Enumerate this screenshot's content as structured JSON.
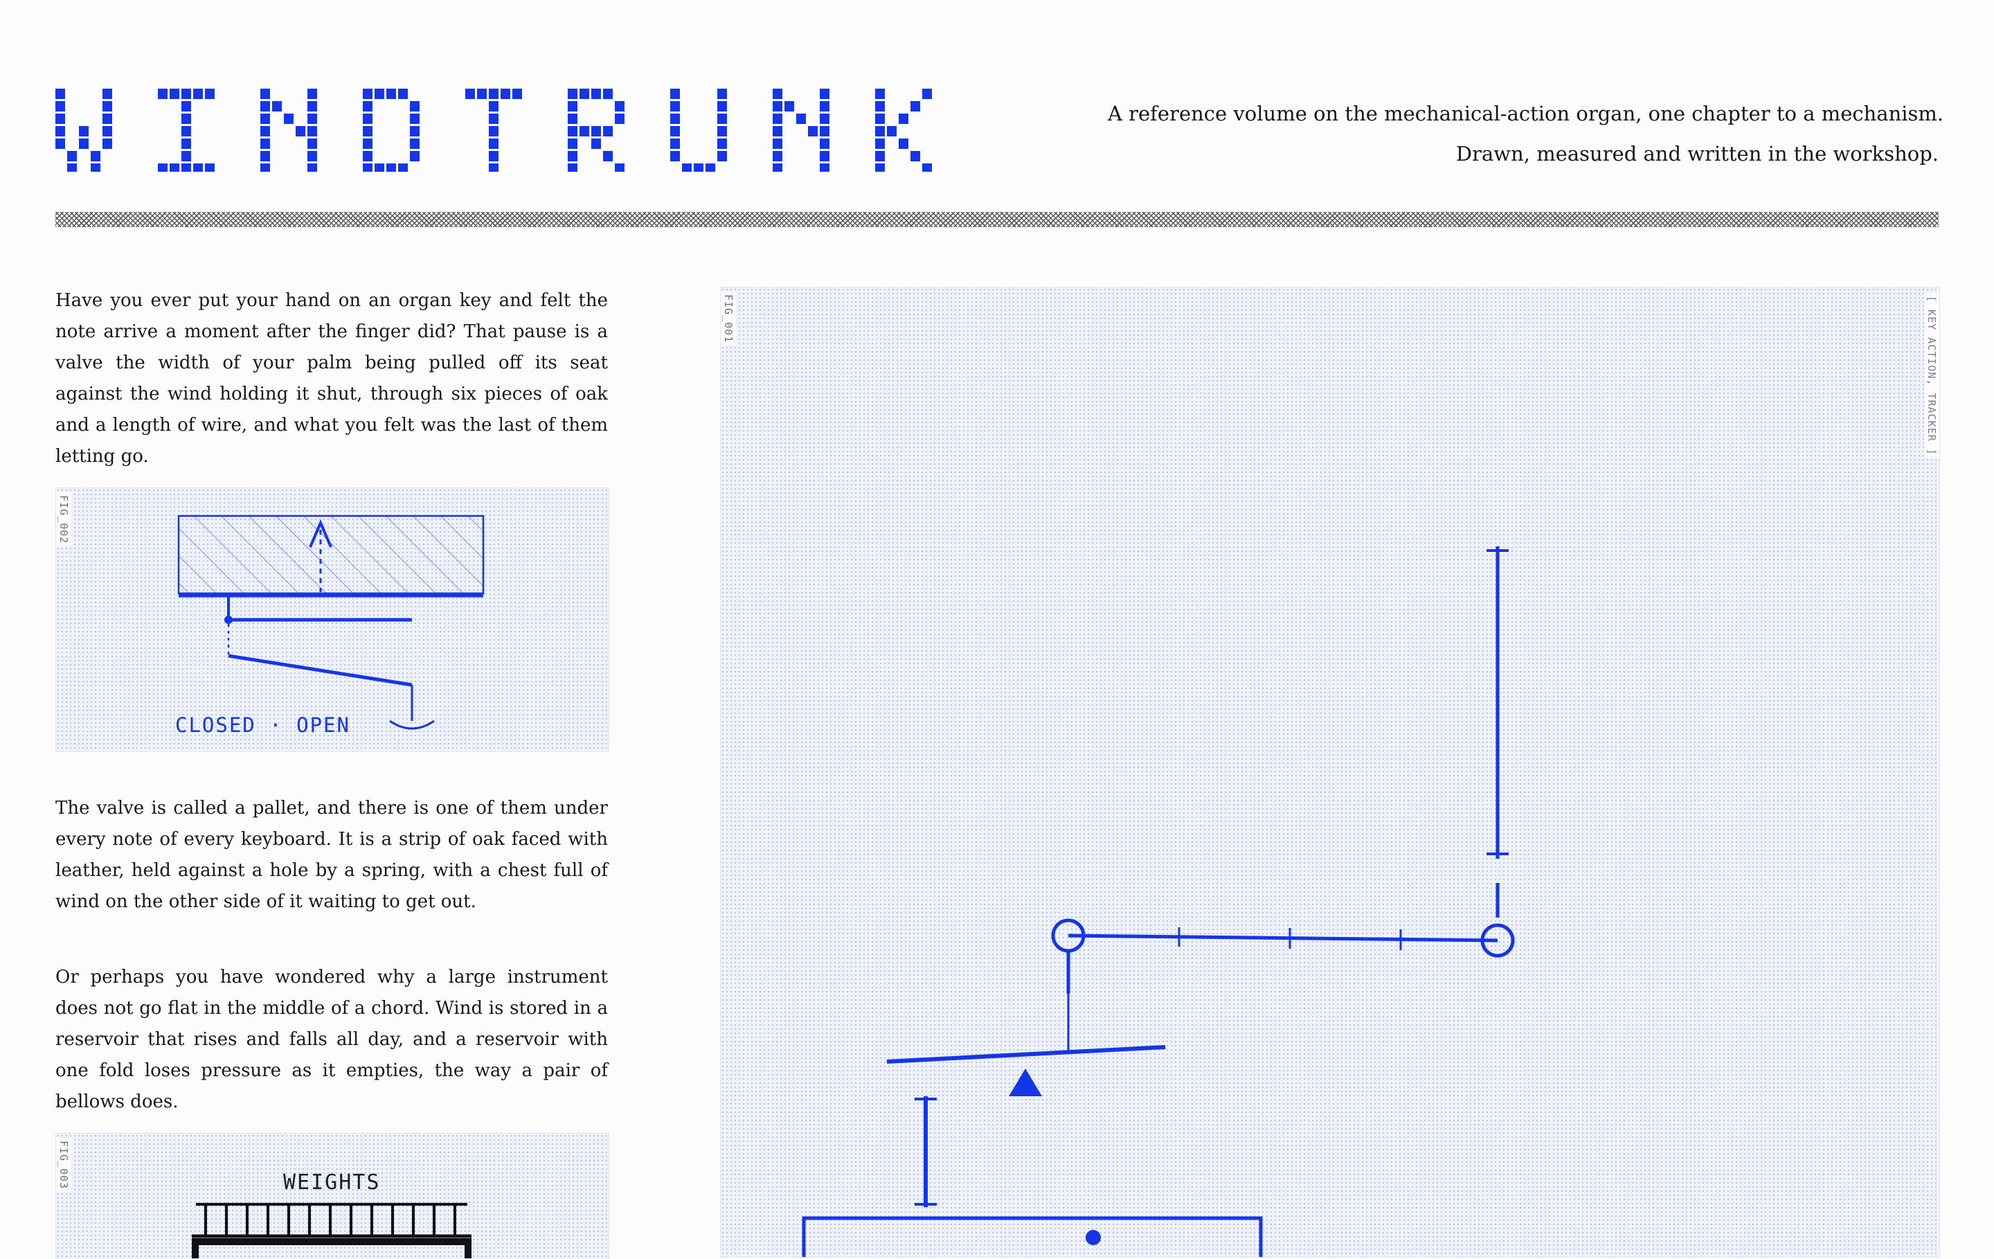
{
  "header": {
    "title": "WINDTRUNK",
    "tagline_line1": "A reference volume on the mechanical-action organ, one chapter to a mechanism.",
    "tagline_line2": "Drawn, measured and written in the workshop."
  },
  "body": {
    "paragraph1": "Have you ever put your hand on an organ key and felt the note arrive a moment after the finger did? That pause is a valve the width of your palm being pulled off its seat against the wind holding it shut, through six pieces of oak and a length of wire, and what you felt was the last of them letting go.",
    "paragraph2": "The valve is called a pallet, and there is one of them under every note of every keyboard. It is a strip of oak faced with leather, held against a hole by a spring, with a chest full of wind on the other side of it waiting to get out.",
    "paragraph3": "Or perhaps you have wondered why a large instrument does not go flat in the middle of a chord. Wind is stored in a reservoir that rises and falls all day, and a reservoir with one fold loses pressure as it empties, the way a pair of bellows does."
  },
  "figures": {
    "fig1": {
      "label": "FIG_001",
      "side_label": "[ KEY ACTION, TRACKER ]"
    },
    "fig2": {
      "label": "FIG_002",
      "caption": "CLOSED · OPEN"
    },
    "fig3": {
      "label": "FIG_003",
      "caption": "WEIGHTS"
    }
  },
  "colors": {
    "accent": "#1436e8",
    "panel": "#eff2fb",
    "text": "#16181c"
  }
}
